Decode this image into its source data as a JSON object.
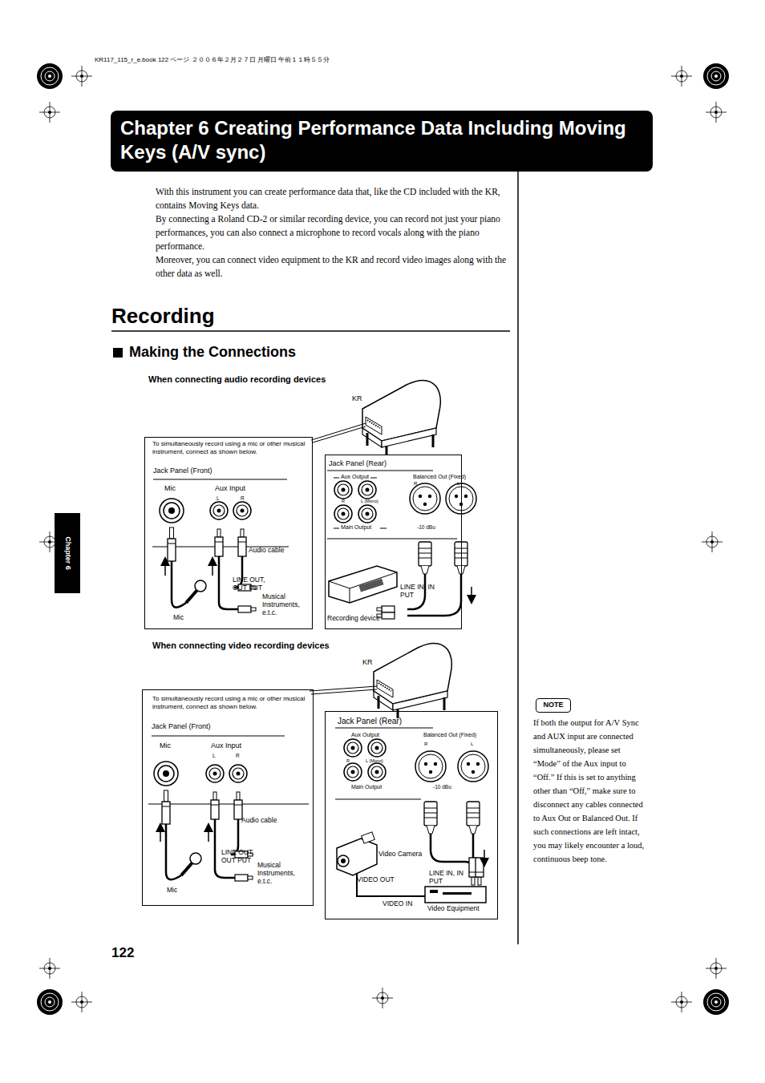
{
  "diagram": {
    "title": "Chapter 6 Creating Performance Data Including Moving Keys (A/V sync)",
    "nodes": [
      {
        "text": [
          "To simultaneously record using a mic or other musical instrument, connect as shown below.",
          "Jack Panel (Front)"
        ]
      },
      {
        "text": [
          "Jack Panel (Rear)"
        ]
      },
      {
        "text": [
          "To simultaneously record using a mic or other musical instrument, connect as shown below.",
          "Jack Panel (Front)"
        ]
      },
      {
        "text": [
          "Jack Panel (Rear)"
        ]
      },
      {
        "text": [
          "NOTE"
        ]
      },
      {
        "text": [
          "Chapter 6"
        ]
      }
    ],
    "labels": [
      "KR117_115_r_e.book 122 ページ ２００６年２月２７日 月曜日 午前１１時５５分",
      "With this instrument you can create performance data that, like the CD included with the KR, contains Moving Keys data.",
      "By connecting a Roland CD-2 or similar recording device, you can record not just your piano performances, you can also connect a microphone to record vocals along with the piano performance.",
      "Moreover, you can connect video equipment to the KR and record video images along with the other data as well.",
      "Recording",
      "Making the Connections",
      "When connecting audio recording devices",
      "KR",
      "Mic",
      "Aux Input",
      "L",
      "R",
      "Audio cable",
      "LINE OUT, OUT PUT",
      "Musical Instruments, e.t.c.",
      "Mic",
      "Aux Output",
      "Balanced Out (Fixed)",
      "R",
      "L (Mono)",
      "R",
      "L",
      "Main Output",
      "-10 dBu",
      "LINE IN, IN PUT",
      "Recording device",
      "When connecting video recording devices",
      "KR",
      "Mic",
      "Aux Input",
      "L",
      "R",
      "Audio cable",
      "LINE OUT, OUT PUT",
      "Musical Instruments, e.t.c.",
      "Mic",
      "Aux Output",
      "Balanced Out (Fixed)",
      "R",
      "L (Mono)",
      "R",
      "L",
      "Main Output",
      "-10 dBu",
      "Video Camera",
      "VIDEO OUT",
      "LINE IN, IN PUT",
      "VIDEO IN",
      "Video Equipment",
      "If both the output for A/V Sync and AUX input are connected simultaneously, please set “Mode” of the Aux input to “Off.” If this is set to anything other than “Off,” make sure to disconnect any cables connected to Aux Out or Balanced Out. If such connections are left intact, you may likely encounter a loud, continuous beep tone.",
      "122"
    ]
  }
}
